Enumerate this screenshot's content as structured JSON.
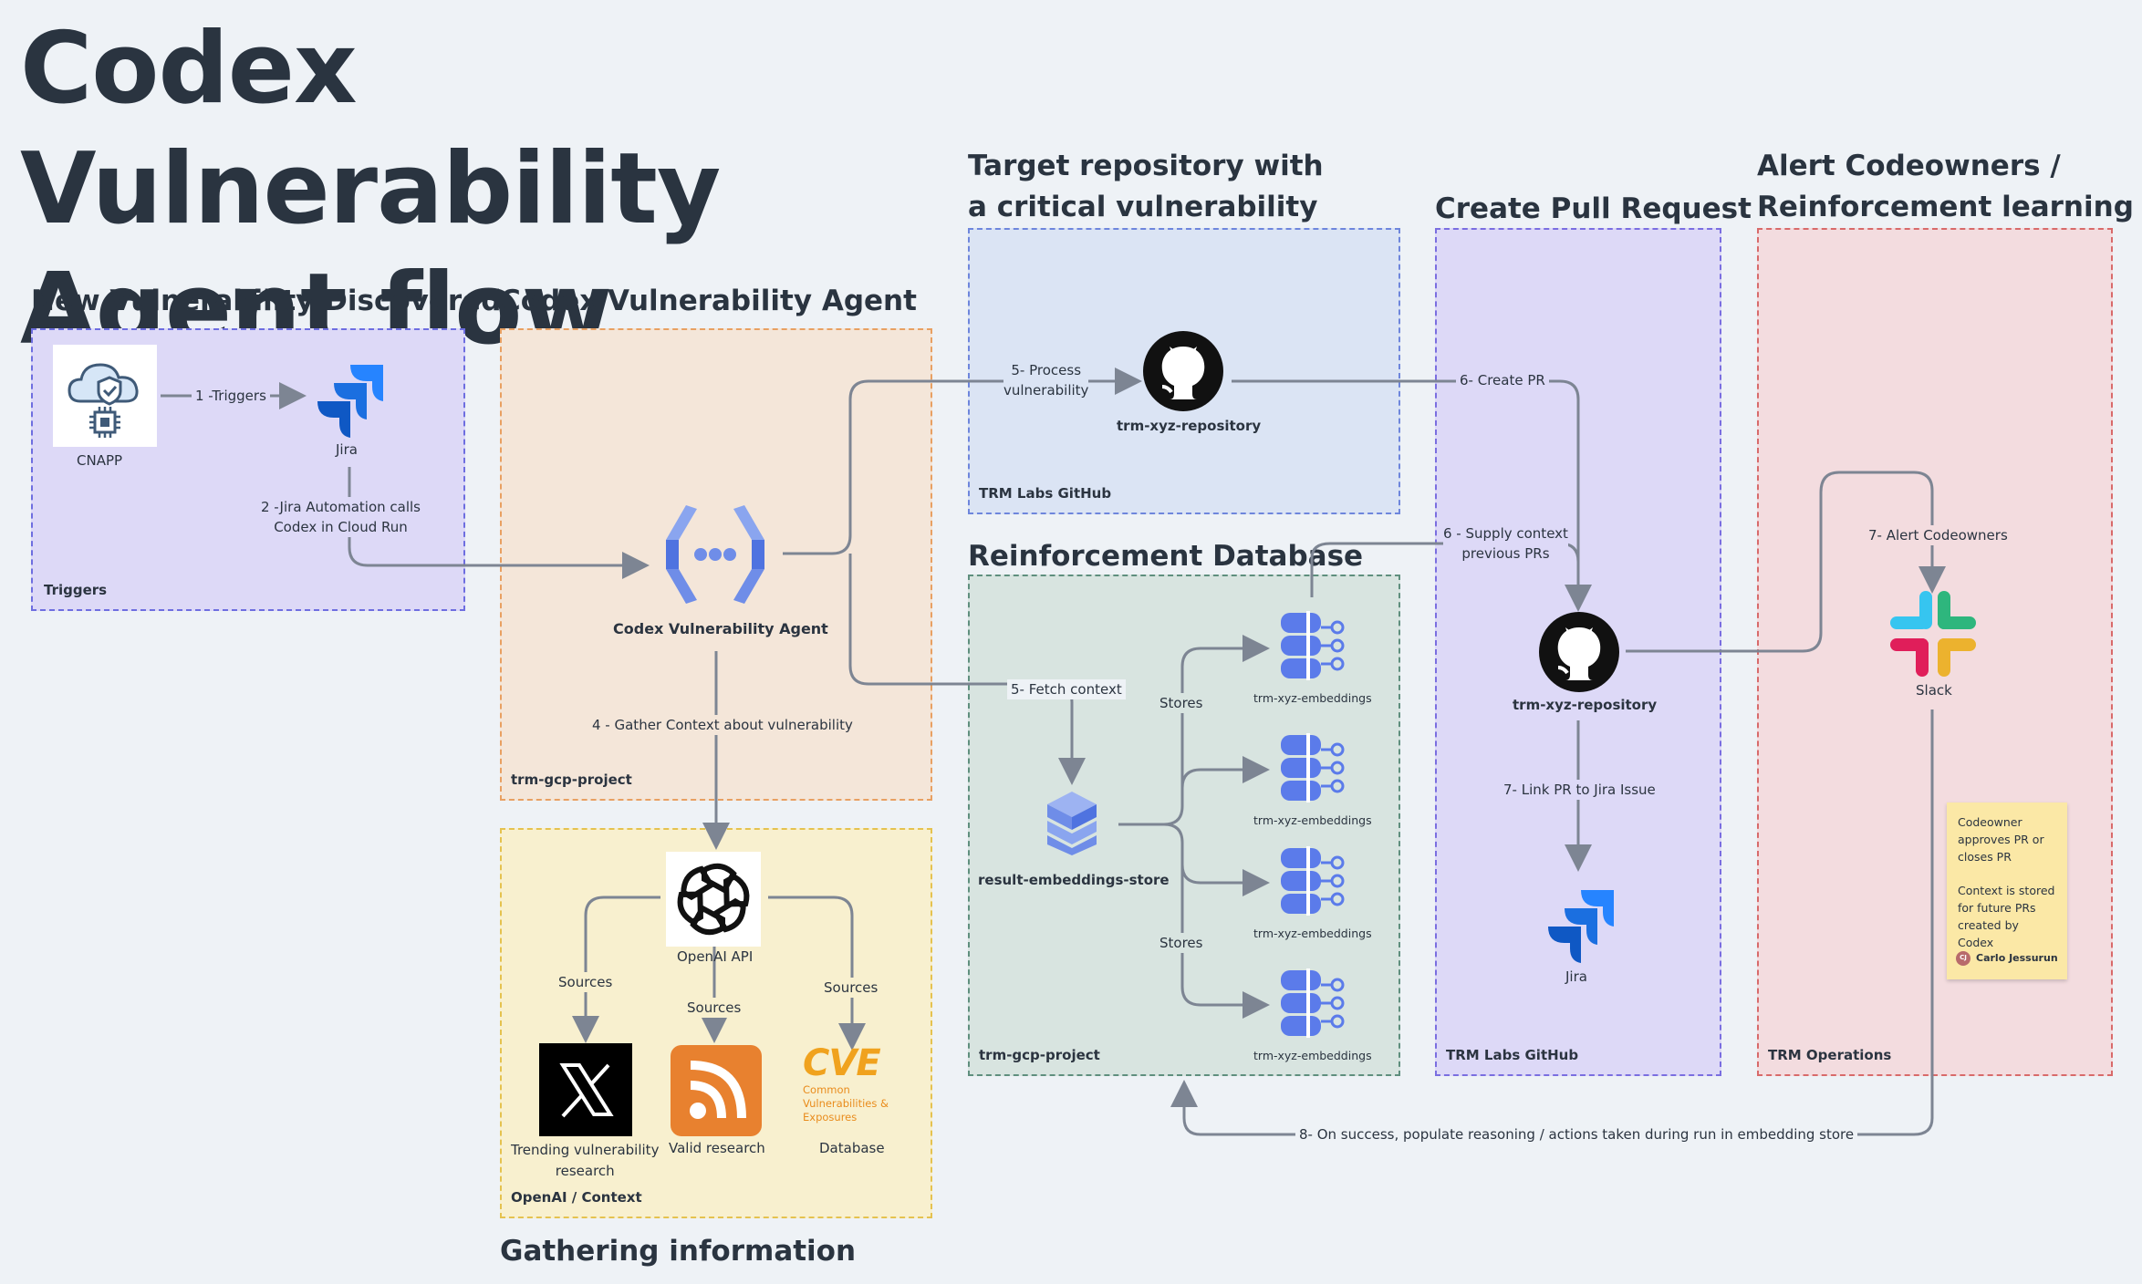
{
  "title_line1": "Codex Vulnerability",
  "title_line2": "Agent flow",
  "sections": {
    "new_vuln": "New Vulnerability Discovered",
    "agent": "Codex Vulnerability Agent",
    "target_line1": "Target repository with",
    "target_line2": "a critical vulnerability",
    "create_pr": "Create Pull Request",
    "alert_line1": "Alert Codeowners /",
    "alert_line2": "Reinforcement learning",
    "reinforcement_db": "Reinforcement Database",
    "gathering": "Gathering information"
  },
  "boxes": {
    "triggers": "Triggers",
    "gcp_project": "trm-gcp-project",
    "target_github": "TRM Labs GitHub",
    "db_project": "trm-gcp-project",
    "pr_github": "TRM Labs GitHub",
    "operations": "TRM Operations",
    "openai_context": "OpenAI / Context"
  },
  "nodes": {
    "cnapp": "CNAPP",
    "jira_top": "Jira",
    "agent": "Codex Vulnerability Agent",
    "repo_target": "trm-xyz-repository",
    "repo_pr": "trm-xyz-repository",
    "embeddings": [
      "trm-xyz-embeddings",
      "trm-xyz-embeddings",
      "trm-xyz-embeddings",
      "trm-xyz-embeddings"
    ],
    "result_store": "result-embeddings-store",
    "jira_pr": "Jira",
    "slack": "Slack",
    "openai": "OpenAI API",
    "x_label_line1": "Trending vulnerability",
    "x_label_line2": "research",
    "rss": "Valid research",
    "cve": "Database",
    "cve_logo": "CVE",
    "cve_sub_line1": "Common",
    "cve_sub_line2": "Vulnerabilities &",
    "cve_sub_line3": "Exposures"
  },
  "edges": {
    "triggers": "1 -Triggers",
    "jira_auto_line1": "2 -Jira Automation calls",
    "jira_auto_line2": "Codex in Cloud Run",
    "gather": "4 - Gather Context about vulnerability",
    "process_line1": "5- Process",
    "process_line2": "vulnerability",
    "fetch": "5- Fetch context",
    "create_pr": "6- Create PR",
    "supply_line1": "6 - Supply context",
    "supply_line2": "previous PRs",
    "link_pr": "7- Link PR to Jira Issue",
    "alert": "7- Alert Codeowners",
    "stores_top": "Stores",
    "stores_bottom": "Stores",
    "sources_left": "Sources",
    "sources_mid": "Sources",
    "sources_right": "Sources",
    "populate": "8- On success, populate reasoning / actions taken during run in embedding store"
  },
  "sticky": {
    "text1": "Codeowner\napproves PR or\ncloses PR",
    "text2": "Context is stored\nfor future PRs\ncreated by Codex",
    "author": "Carlo Jessurun",
    "initials": "CJ"
  },
  "colors": {
    "background": "#eef2f6",
    "triggers_fill": "#ddd9f7",
    "agent_fill": "#f4e6d9",
    "target_fill": "#dbe4f4",
    "db_fill": "#d8e4e0",
    "pr_fill": "#ddd9f7",
    "ops_fill": "#f3dcdf",
    "openai_fill": "#f8f0cf",
    "connector": "#7d8593",
    "jira_blue": "#2684ff",
    "gcp_blue": "#6f8de8"
  }
}
